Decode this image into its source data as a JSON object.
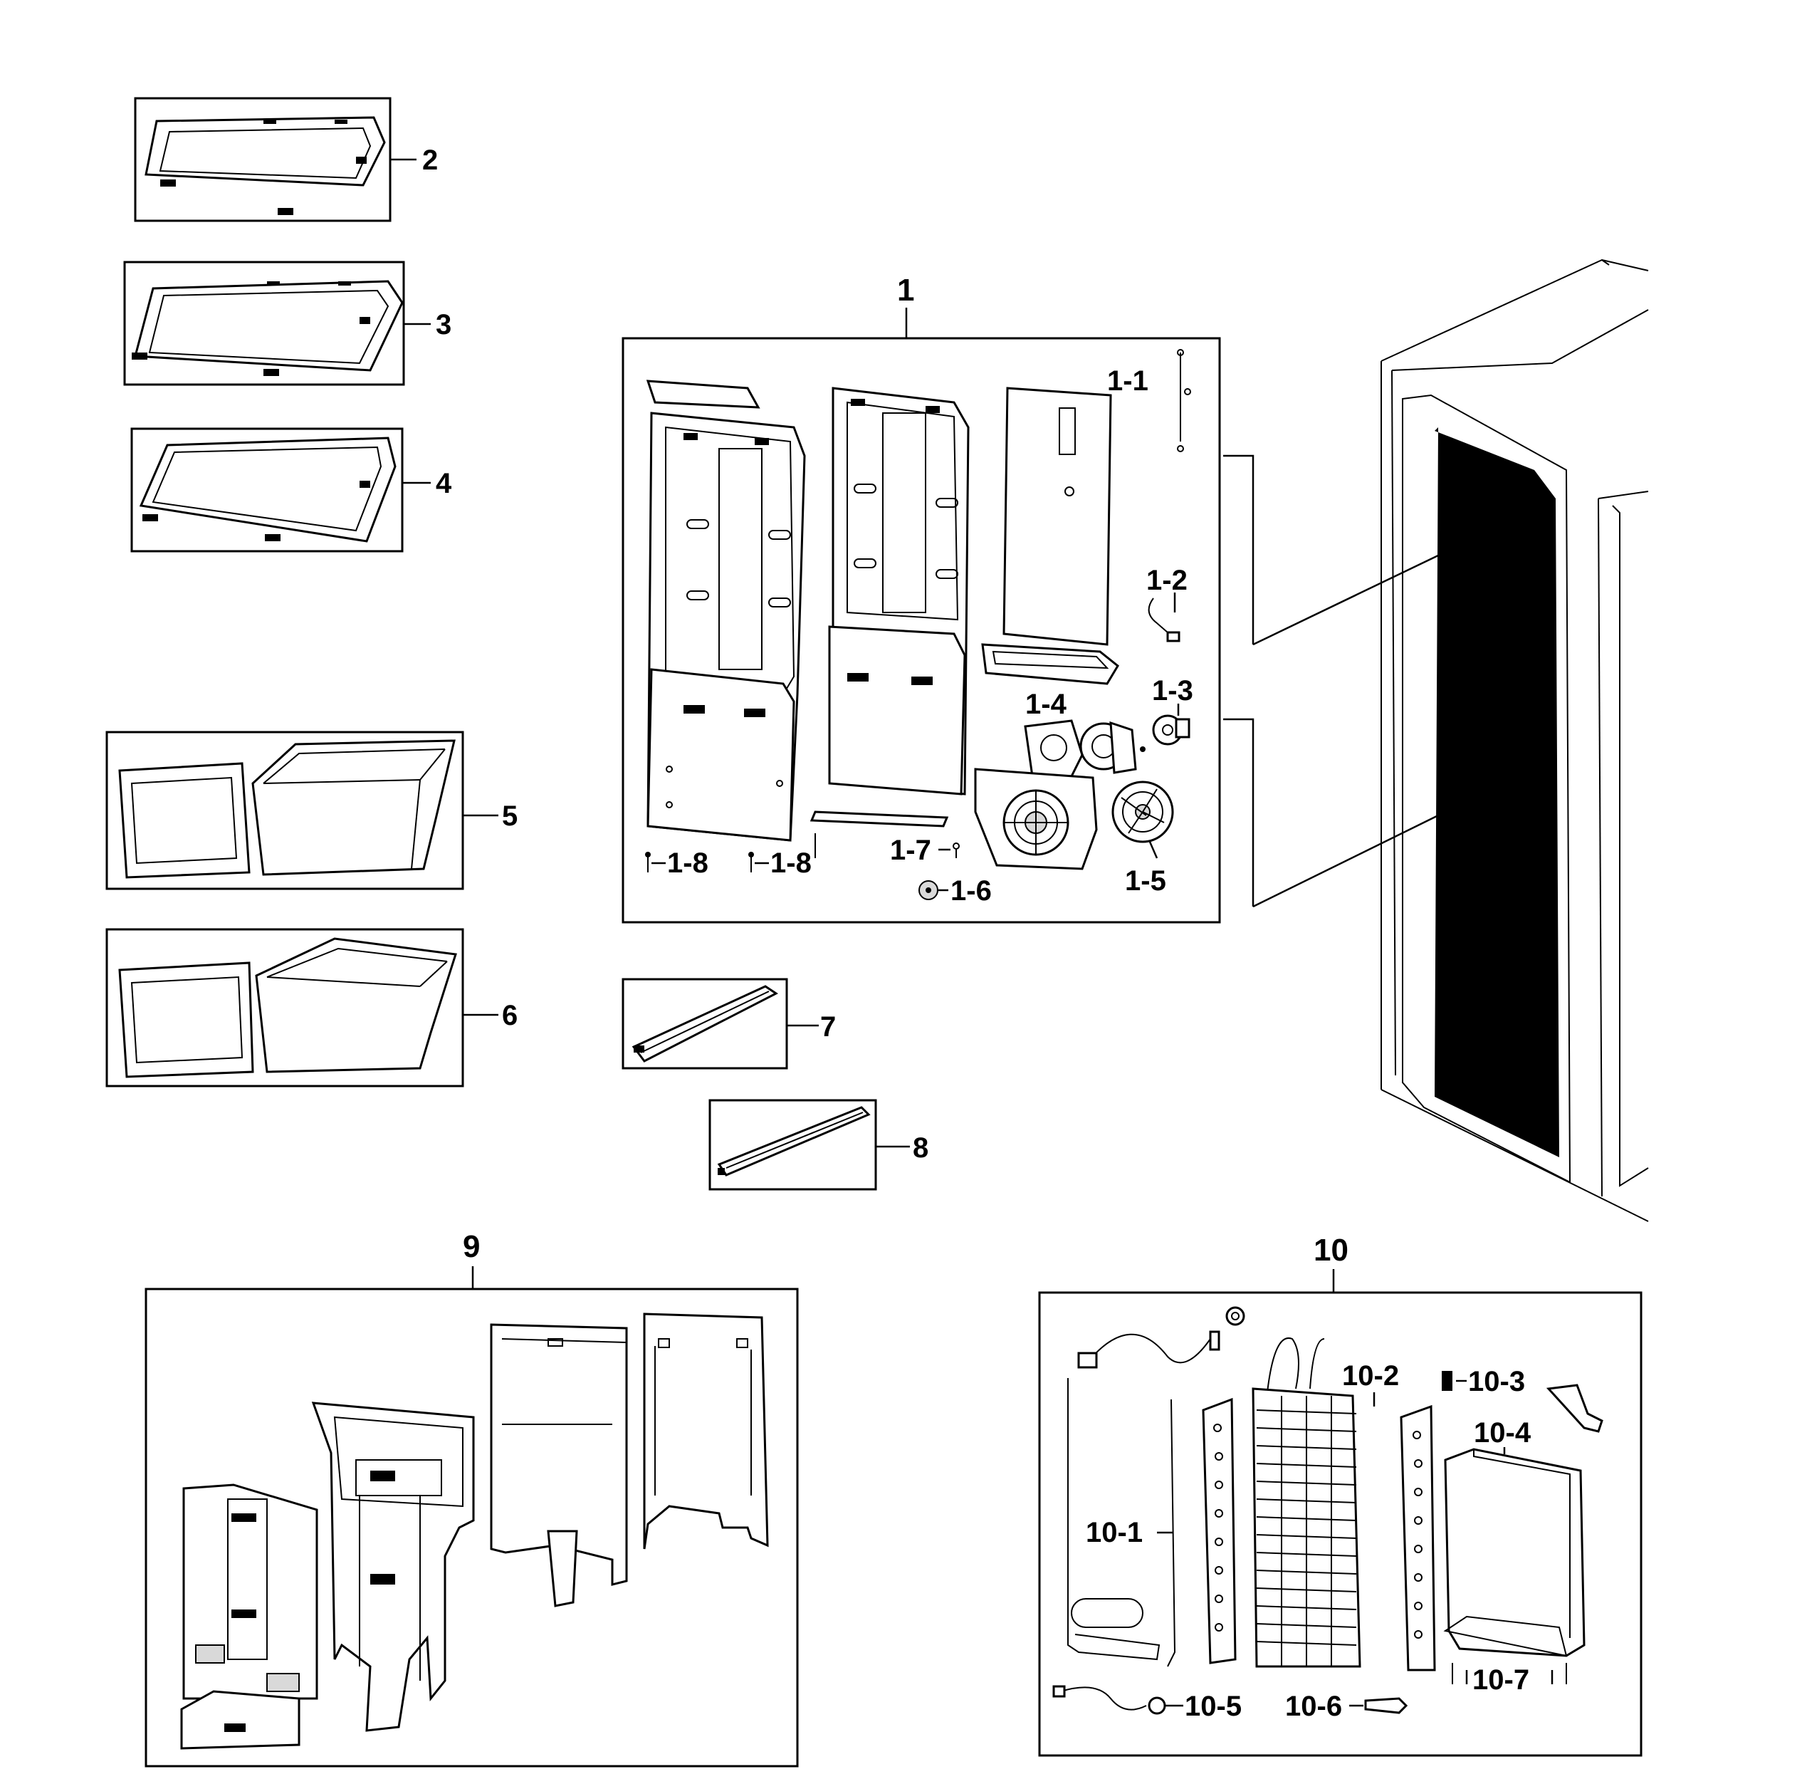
{
  "labels": {
    "p2": "2",
    "p3": "3",
    "p4": "4",
    "p5": "5",
    "p6": "6",
    "p1": "1",
    "p1_1": "1-1",
    "p1_2": "1-2",
    "p1_3": "1-3",
    "p1_4": "1-4",
    "p1_5": "1-5",
    "p1_6": "1-6",
    "p1_7": "1-7",
    "p1_8a": "1-8",
    "p1_8b": "1-8",
    "p7": "7",
    "p8": "8",
    "p9": "9",
    "p10": "10",
    "p10_1": "10-1",
    "p10_2": "10-2",
    "p10_3": "10-3",
    "p10_4": "10-4",
    "p10_5": "10-5",
    "p10_6": "10-6",
    "p10_7": "10-7"
  },
  "colors": {
    "line": "#000000",
    "background": "#ffffff",
    "door_panel": "#000000"
  }
}
